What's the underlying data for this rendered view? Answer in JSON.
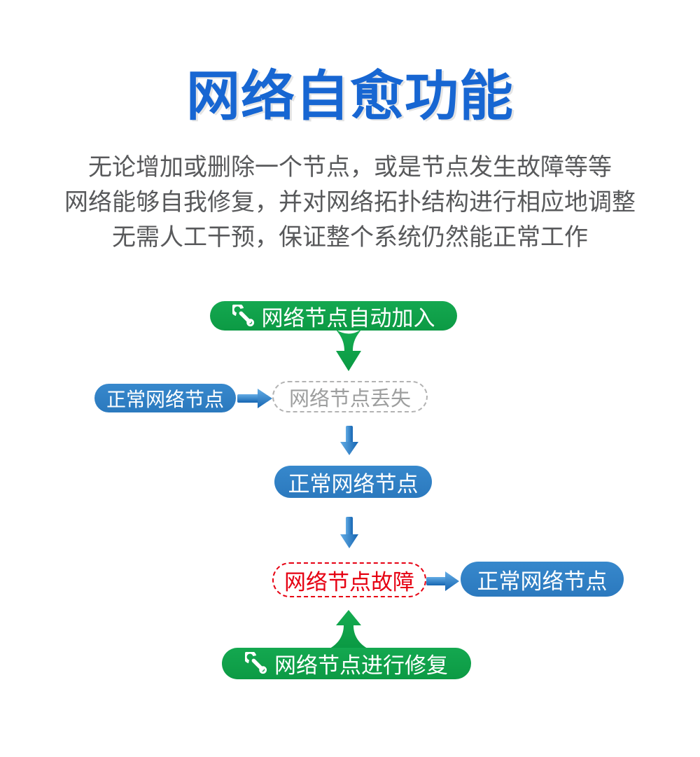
{
  "title": {
    "text": "网络自愈功能",
    "color": "#1766D2"
  },
  "intro": {
    "color": "#58595B",
    "lines": [
      "无论增加或删除一个节点，或是节点发生故障等等",
      "网络能够自我修复，并对网络拓扑结构进行相应地调整",
      "无需人工干预，保证整个系统仍然能正常工作"
    ]
  },
  "flow": {
    "colors": {
      "green": "#0FA24B",
      "blue": "#2F80C5",
      "red": "#E60012",
      "gray_text": "#9D9E9E",
      "gray_border": "#B3B3B3",
      "arrow_blue_light": "#63ACE5",
      "arrow_blue_dark": "#1565B2",
      "arrow_green_light": "#15AC51",
      "arrow_green_dark": "#0A9943"
    },
    "nodes": [
      {
        "id": "auto-join",
        "label": "网络节点自动加入",
        "style": "green-pill",
        "icon": "wrench"
      },
      {
        "id": "normal-1",
        "label": "正常网络节点",
        "style": "blue-pill"
      },
      {
        "id": "lost",
        "label": "网络节点丢失",
        "style": "gray-dashed"
      },
      {
        "id": "normal-2",
        "label": "正常网络节点",
        "style": "blue-pill"
      },
      {
        "id": "fault",
        "label": "网络节点故障",
        "style": "red-dashed"
      },
      {
        "id": "normal-3",
        "label": "正常网络节点",
        "style": "blue-pill"
      },
      {
        "id": "repair",
        "label": "网络节点进行修复",
        "style": "green-pill",
        "icon": "wrench"
      }
    ],
    "arrows": [
      {
        "id": "green-down",
        "from": "auto-join",
        "to": "lost",
        "direction": "down",
        "color_key": "green"
      },
      {
        "id": "blue-right-1",
        "from": "normal-1",
        "to": "lost",
        "direction": "right",
        "color_key": "blue"
      },
      {
        "id": "blue-down-1",
        "from": "lost",
        "to": "normal-2",
        "direction": "down",
        "color_key": "blue"
      },
      {
        "id": "blue-down-2",
        "from": "normal-2",
        "to": "fault",
        "direction": "down",
        "color_key": "blue"
      },
      {
        "id": "blue-right-2",
        "from": "fault",
        "to": "normal-3",
        "direction": "right",
        "color_key": "blue"
      },
      {
        "id": "green-up",
        "from": "repair",
        "to": "fault",
        "direction": "up",
        "color_key": "green"
      }
    ]
  }
}
